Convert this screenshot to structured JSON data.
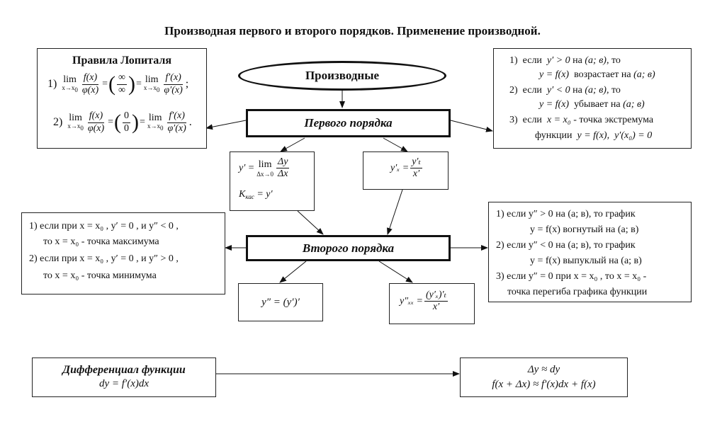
{
  "title": "Производная первого и второго порядков. Применение производной.",
  "center": "Производные",
  "first_order": "Первого порядка",
  "second_order": "Второго порядка",
  "lhopital": {
    "heading": "Правила Лопиталя",
    "n1": "1)",
    "n2": "2)",
    "lim": "lim",
    "lim_sub": "x→x",
    "f_x": "f(x)",
    "phi_x": "φ(x)",
    "fp_x": "f′(x)",
    "phip_x": "φ′(x)",
    "inf": "∞",
    "zero": "0",
    "end1": ";",
    "end2": "."
  },
  "monotonic": {
    "i1_num": "1)",
    "i1_a": "если",
    "i1_b": "y′ > 0",
    "i1_c": "на",
    "i1_d": "(а; в),",
    "i1_e": "то",
    "i1_f": "y = f(x)",
    "i1_g": "возрастает на",
    "i1_h": "(а; в)",
    "i2_num": "2)",
    "i2_a": "если",
    "i2_b": "y′ < 0",
    "i2_c": "на",
    "i2_d": "(а; в),",
    "i2_e": "то",
    "i2_f": "y = f(x)",
    "i2_g": "убывает на",
    "i2_h": "(а; в)",
    "i3_num": "3)",
    "i3_a": "если",
    "i3_b": "x = x₀",
    "i3_c": "- точка экстремума",
    "i3_d": "функции",
    "i3_e": "y = f(x),",
    "i3_f": "y′(x₀) = 0"
  },
  "first_def": {
    "yp": "y′ =",
    "lim": "lim",
    "lim_sub": "Δx→0",
    "dy": "Δy",
    "dx": "Δx",
    "k": "K",
    "k_sub": "кас",
    "k_eq": "= y′"
  },
  "param_first": {
    "lhs": "y′ₓ =",
    "num": "y′ₜ",
    "den": "x′"
  },
  "extremum": {
    "l1": "1)  если при  x = x₀ ,  y′ = 0 ,  и  y″ < 0 ,",
    "l2": "то  x = x₀  - точка максимума",
    "l3": "2)    если при  x = x₀ ,  y′ = 0 ,  и  y″ > 0 ,",
    "l4": "то  x = x₀  - точка минимума"
  },
  "convexity": {
    "l1": "1)  если  y″ > 0  на (а; в), то график",
    "l2": "y = f(x)  вогнутый на (а; в)",
    "l3": "2)  если  y″ < 0  на (а; в), то график",
    "l4": "y = f(x)  выпуклый на (а; в)",
    "l5": "3)  если  y″ = 0  при x = x₀ , то x = x₀ -",
    "l6": "точка  перегиба графика функции"
  },
  "second_def": {
    "text": "y″ = (y′)′"
  },
  "param_second": {
    "lhs": "y″ₓₓ =",
    "num": "(y′ₓ)′ₜ",
    "den": "x′"
  },
  "differential": {
    "heading": "Дифференциал функции",
    "formula": "dy = f′(x)dx"
  },
  "approx": {
    "l1": "Δy ≈ dy",
    "l2": "f(x + Δx) ≈ f′(x)dx + f(x)"
  }
}
